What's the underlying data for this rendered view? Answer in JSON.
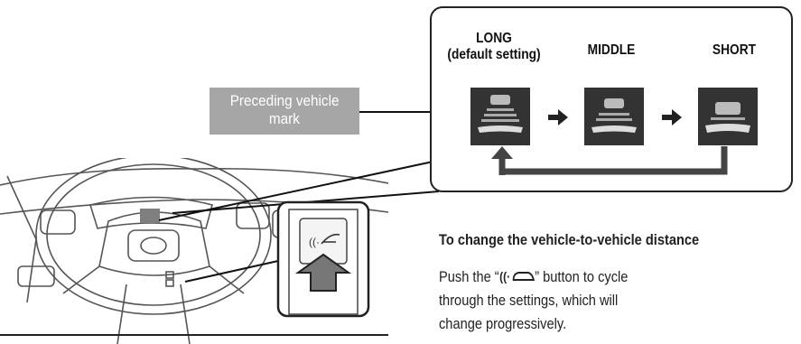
{
  "settings": {
    "options": [
      {
        "title": "LONG",
        "subtitle": "(default setting)"
      },
      {
        "title": "MIDDLE",
        "subtitle": ""
      },
      {
        "title": "SHORT",
        "subtitle": ""
      }
    ]
  },
  "preceding_mark": {
    "line1": "Preceding vehicle",
    "line2": "mark"
  },
  "instructions": {
    "heading": "To change the vehicle-to-vehicle distance",
    "line1_before": "Push the “",
    "line1_after": "” button to cycle",
    "line2": "through the settings, which will",
    "line3": "change progressively."
  },
  "icons": {
    "distance_button": "vehicle-distance-icon",
    "arrow": "right-arrow-icon",
    "cycle_arrow": "cycle-back-arrow-icon"
  },
  "colors": {
    "tile_bg": "#333333",
    "label_bg": "#a6a6a6",
    "line": "#444444"
  }
}
